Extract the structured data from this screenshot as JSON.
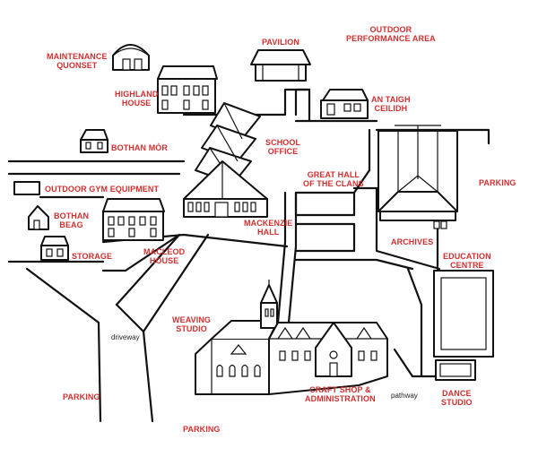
{
  "labels": {
    "maintenance": "MAINTENANCE\nQUONSET",
    "pavilion": "PAVILION",
    "outdoor_performance": "OUTDOOR\nPERFORMANCE AREA",
    "highland_house": "HIGHLAND\nHOUSE",
    "an_taigh_ceilidh": "AN TAIGH\nCEILIDH",
    "bothan_mor": "BOTHAN MÒR",
    "school_office": "SCHOOL\nOFFICE",
    "great_hall": "GREAT HALL\nOF THE CLANS",
    "parking_east": "PARKING",
    "outdoor_gym": "OUTDOOR GYM EQUIPMENT",
    "bothan_beag": "BOTHAN\nBEAG",
    "mackenzie_hall": "MACKENZIE\nHALL",
    "archives": "ARCHIVES",
    "storage": "STORAGE",
    "macleod_house": "MACLEOD\nHOUSE",
    "education_centre": "EDUCATION\nCENTRE",
    "weaving_studio": "WEAVING\nSTUDIO",
    "craft_shop": "CRAFT SHOP &\nADMINISTRATION",
    "dance_studio": "DANCE\nSTUDIO",
    "parking_west": "PARKING",
    "parking_south": "PARKING"
  },
  "path_labels": {
    "driveway": "driveway",
    "pathway": "pathway"
  },
  "colors": {
    "label_red": "#d32f2f",
    "line": "#111111",
    "background": "#ffffff"
  }
}
